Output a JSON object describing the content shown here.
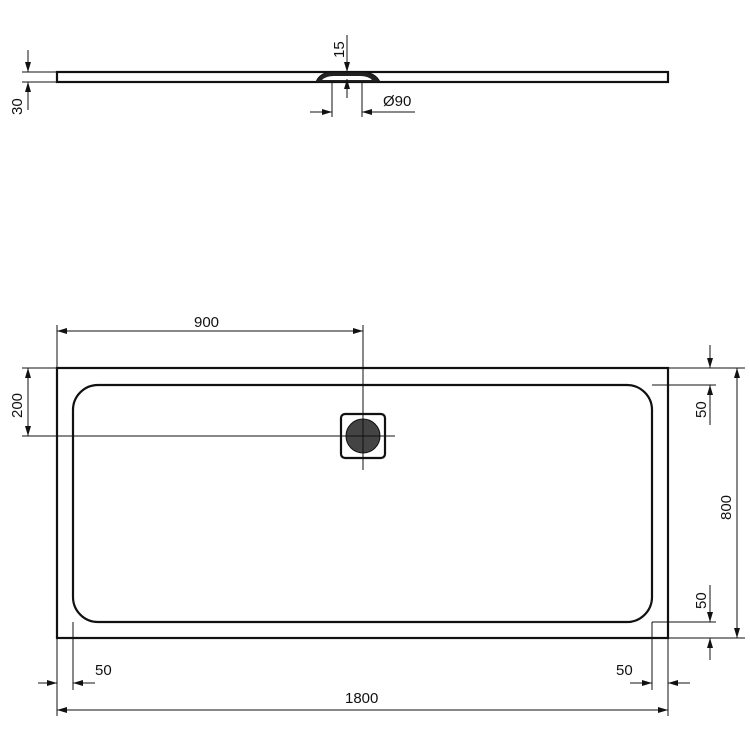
{
  "side_view": {
    "thickness": "30",
    "drain_depth": "15",
    "drain_diameter": "Ø90"
  },
  "plan_view": {
    "drain_offset_x": "900",
    "drain_offset_y": "200",
    "width": "800",
    "rim_top": "50",
    "rim_bottom": "50",
    "rim_left": "50",
    "rim_right": "50",
    "length": "1800"
  }
}
